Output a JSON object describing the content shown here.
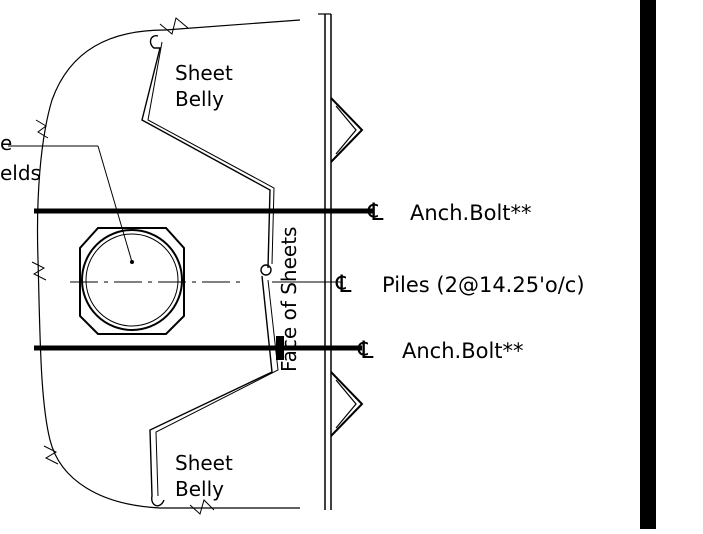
{
  "labels": {
    "sheet_belly_top_line1": "Sheet",
    "sheet_belly_top_line2": "Belly",
    "sheet_belly_bottom_line1": "Sheet",
    "sheet_belly_bottom_line2": "Belly",
    "pile_label_line1": "e",
    "pile_label_line2": "elds",
    "face_of_sheets": "Face of Sheets",
    "anchor_bolt_top": "Anch.Bolt**",
    "piles_spacing": "Piles (2@14.25'o/c)",
    "anchor_bolt_bottom": "Anch.Bolt**"
  },
  "symbols": {
    "centerline": "℄"
  }
}
